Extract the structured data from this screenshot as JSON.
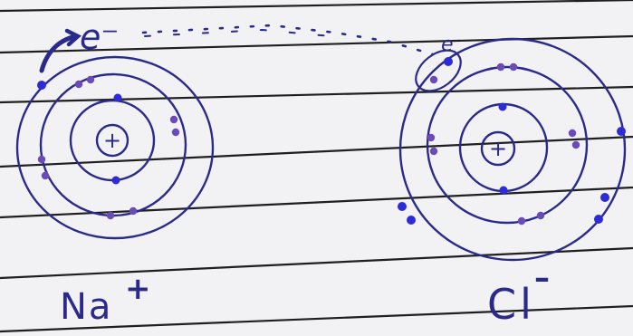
{
  "diagram": {
    "transfer_label": "e⁻",
    "captured_label": "e",
    "na_atom": {
      "nucleus_label": "+",
      "name": "Na",
      "charge": "+"
    },
    "cl_atom": {
      "nucleus_label": "+",
      "name": "Cl",
      "charge": "–"
    }
  },
  "colors": {
    "ink": "#2a2a8c",
    "electron_blue": "#2d2ad8",
    "electron_purple": "#6a4bb8",
    "paper": "#f2f2f4",
    "rule_line": "#1f1f1f"
  }
}
